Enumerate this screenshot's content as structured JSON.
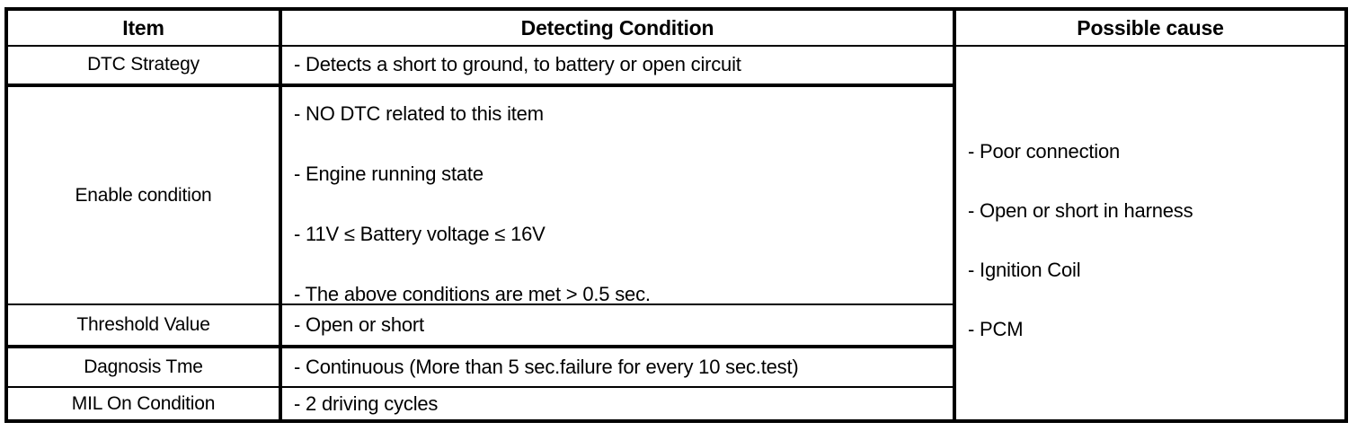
{
  "table": {
    "headers": [
      {
        "label": "Item"
      },
      {
        "label": "Detecting Condition"
      },
      {
        "label": "Possible cause"
      }
    ],
    "rows": [
      {
        "item": "DTC Strategy",
        "detecting": [
          "-  Detects a short to ground, to battery or open circuit"
        ]
      },
      {
        "item": "Enable condition",
        "detecting": [
          "-  NO DTC related to this item",
          "-  Engine running state",
          "-  11V ≤ Battery voltage ≤ 16V",
          "-  The above conditions are met > 0.5 sec."
        ]
      },
      {
        "item": "Threshold Value",
        "detecting": [
          "-  Open or short"
        ]
      },
      {
        "item": "Dagnosis Tme",
        "detecting": [
          "-  Continuous (More than 5 sec.failure for every 10 sec.test)"
        ]
      },
      {
        "item": "MIL On Condition",
        "detecting": [
          "-  2 driving cycles"
        ]
      }
    ],
    "possible_cause": [
      "-  Poor connection",
      "-  Open or short in harness",
      "-  Ignition Coil",
      "-  PCM"
    ],
    "colors": {
      "border": "#000000",
      "text": "#000000",
      "background": "#ffffff"
    }
  }
}
